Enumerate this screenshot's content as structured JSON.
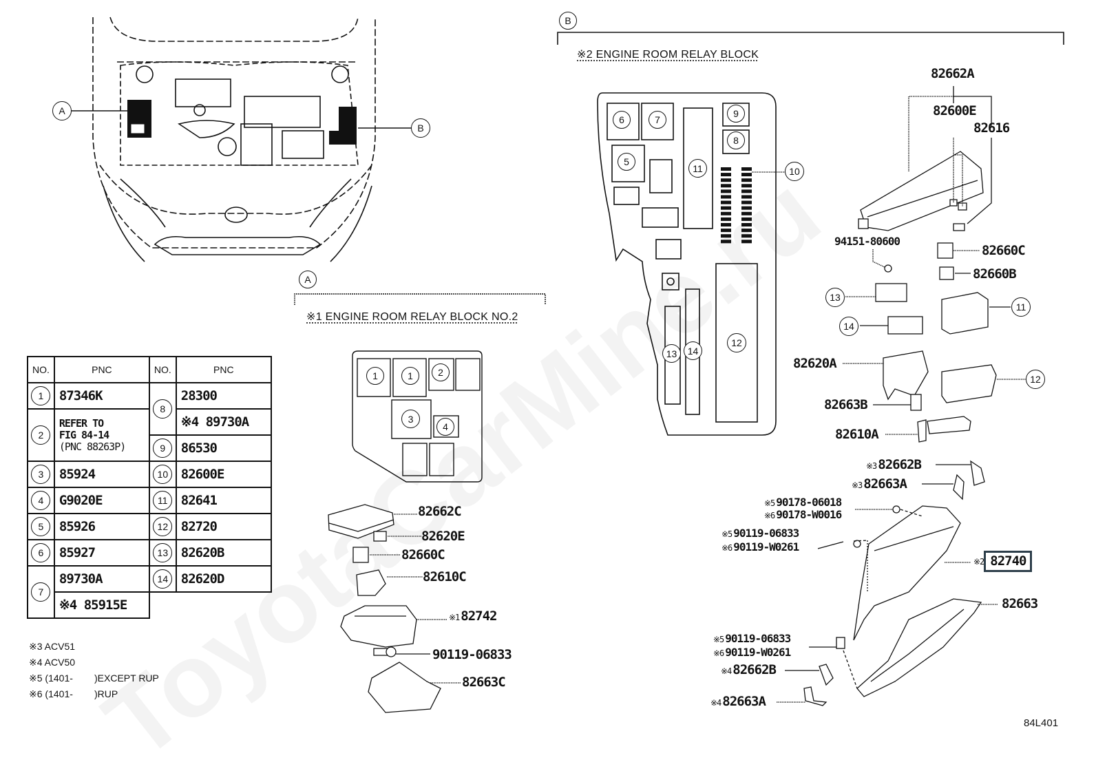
{
  "watermark": "ToyotaCarMine.ru",
  "figure_code": "84L401",
  "overview": {
    "callout_a": "A",
    "callout_b": "B"
  },
  "section_a": {
    "marker": "A",
    "title": "※1 ENGINE ROOM RELAY BLOCK NO.2",
    "block_positions": [
      "1",
      "1",
      "2",
      "3",
      "4"
    ],
    "parts": [
      {
        "note": "",
        "pnc": "82662C"
      },
      {
        "note": "",
        "pnc": "82620E"
      },
      {
        "note": "",
        "pnc": "82660C"
      },
      {
        "note": "",
        "pnc": "82610C"
      },
      {
        "note": "※1",
        "pnc": "82742"
      },
      {
        "note": "",
        "pnc": "90119-06833"
      },
      {
        "note": "",
        "pnc": "82663C"
      }
    ]
  },
  "section_b": {
    "marker": "B",
    "title": "※2 ENGINE ROOM RELAY BLOCK",
    "block_positions": [
      "6",
      "7",
      "9",
      "8",
      "5",
      "11",
      "10",
      "12",
      "13",
      "14"
    ],
    "parts": {
      "p82662A": "82662A",
      "p82600E": "82600E",
      "p82616": "82616",
      "p94151": "94151-80600",
      "p82660C": "82660C",
      "p82660B": "82660B",
      "c13": "13",
      "c14": "14",
      "c11": "11",
      "c12": "12",
      "p82620A": "82620A",
      "p82663B": "82663B",
      "p82610A": "82610A",
      "p82662B_3": {
        "note": "※3",
        "pnc": "82662B"
      },
      "p82663A_3": {
        "note": "※3",
        "pnc": "82663A"
      },
      "p90178_5": {
        "note": "※5",
        "pnc": "90178-06018"
      },
      "p90178_6": {
        "note": "※6",
        "pnc": "90178-W0016"
      },
      "p90119a_5": {
        "note": "※5",
        "pnc": "90119-06833"
      },
      "p90119a_6": {
        "note": "※6",
        "pnc": "90119-W0261"
      },
      "p82740": {
        "note": "※2",
        "pnc": "82740"
      },
      "p82663": "82663",
      "p90119b_5": {
        "note": "※5",
        "pnc": "90119-06833"
      },
      "p90119b_6": {
        "note": "※6",
        "pnc": "90119-W0261"
      },
      "p82662B_4": {
        "note": "※4",
        "pnc": "82662B"
      },
      "p82663A_4": {
        "note": "※4",
        "pnc": "82663A"
      }
    }
  },
  "pnc_table": {
    "headers": [
      "NO.",
      "PNC",
      "NO.",
      "PNC"
    ],
    "left": [
      {
        "no": "1",
        "values": [
          "87346K"
        ]
      },
      {
        "no": "2",
        "values": [
          "REFER TO",
          "FIG 84-14",
          "(PNC 88263P)"
        ]
      },
      {
        "no": "3",
        "values": [
          "85924"
        ]
      },
      {
        "no": "4",
        "values": [
          "G9020E"
        ]
      },
      {
        "no": "5",
        "values": [
          "85926"
        ]
      },
      {
        "no": "6",
        "values": [
          "85927"
        ]
      },
      {
        "no": "7",
        "values": [
          "89730A",
          "※4 85915E"
        ]
      }
    ],
    "right": [
      {
        "no": "8",
        "values": [
          "28300",
          "※4 89730A"
        ]
      },
      {
        "no": "9",
        "values": [
          "86530"
        ]
      },
      {
        "no": "10",
        "values": [
          "82600E"
        ]
      },
      {
        "no": "11",
        "values": [
          "82641"
        ]
      },
      {
        "no": "12",
        "values": [
          "82720"
        ]
      },
      {
        "no": "13",
        "values": [
          "82620B"
        ]
      },
      {
        "no": "14",
        "values": [
          "82620D"
        ]
      }
    ]
  },
  "legend": [
    {
      "mark": "※3",
      "text": "ACV51"
    },
    {
      "mark": "※4",
      "text": "ACV50"
    },
    {
      "mark": "※5",
      "text": "(1401-        )EXCEPT RUP"
    },
    {
      "mark": "※6",
      "text": "(1401-        )RUP"
    }
  ]
}
